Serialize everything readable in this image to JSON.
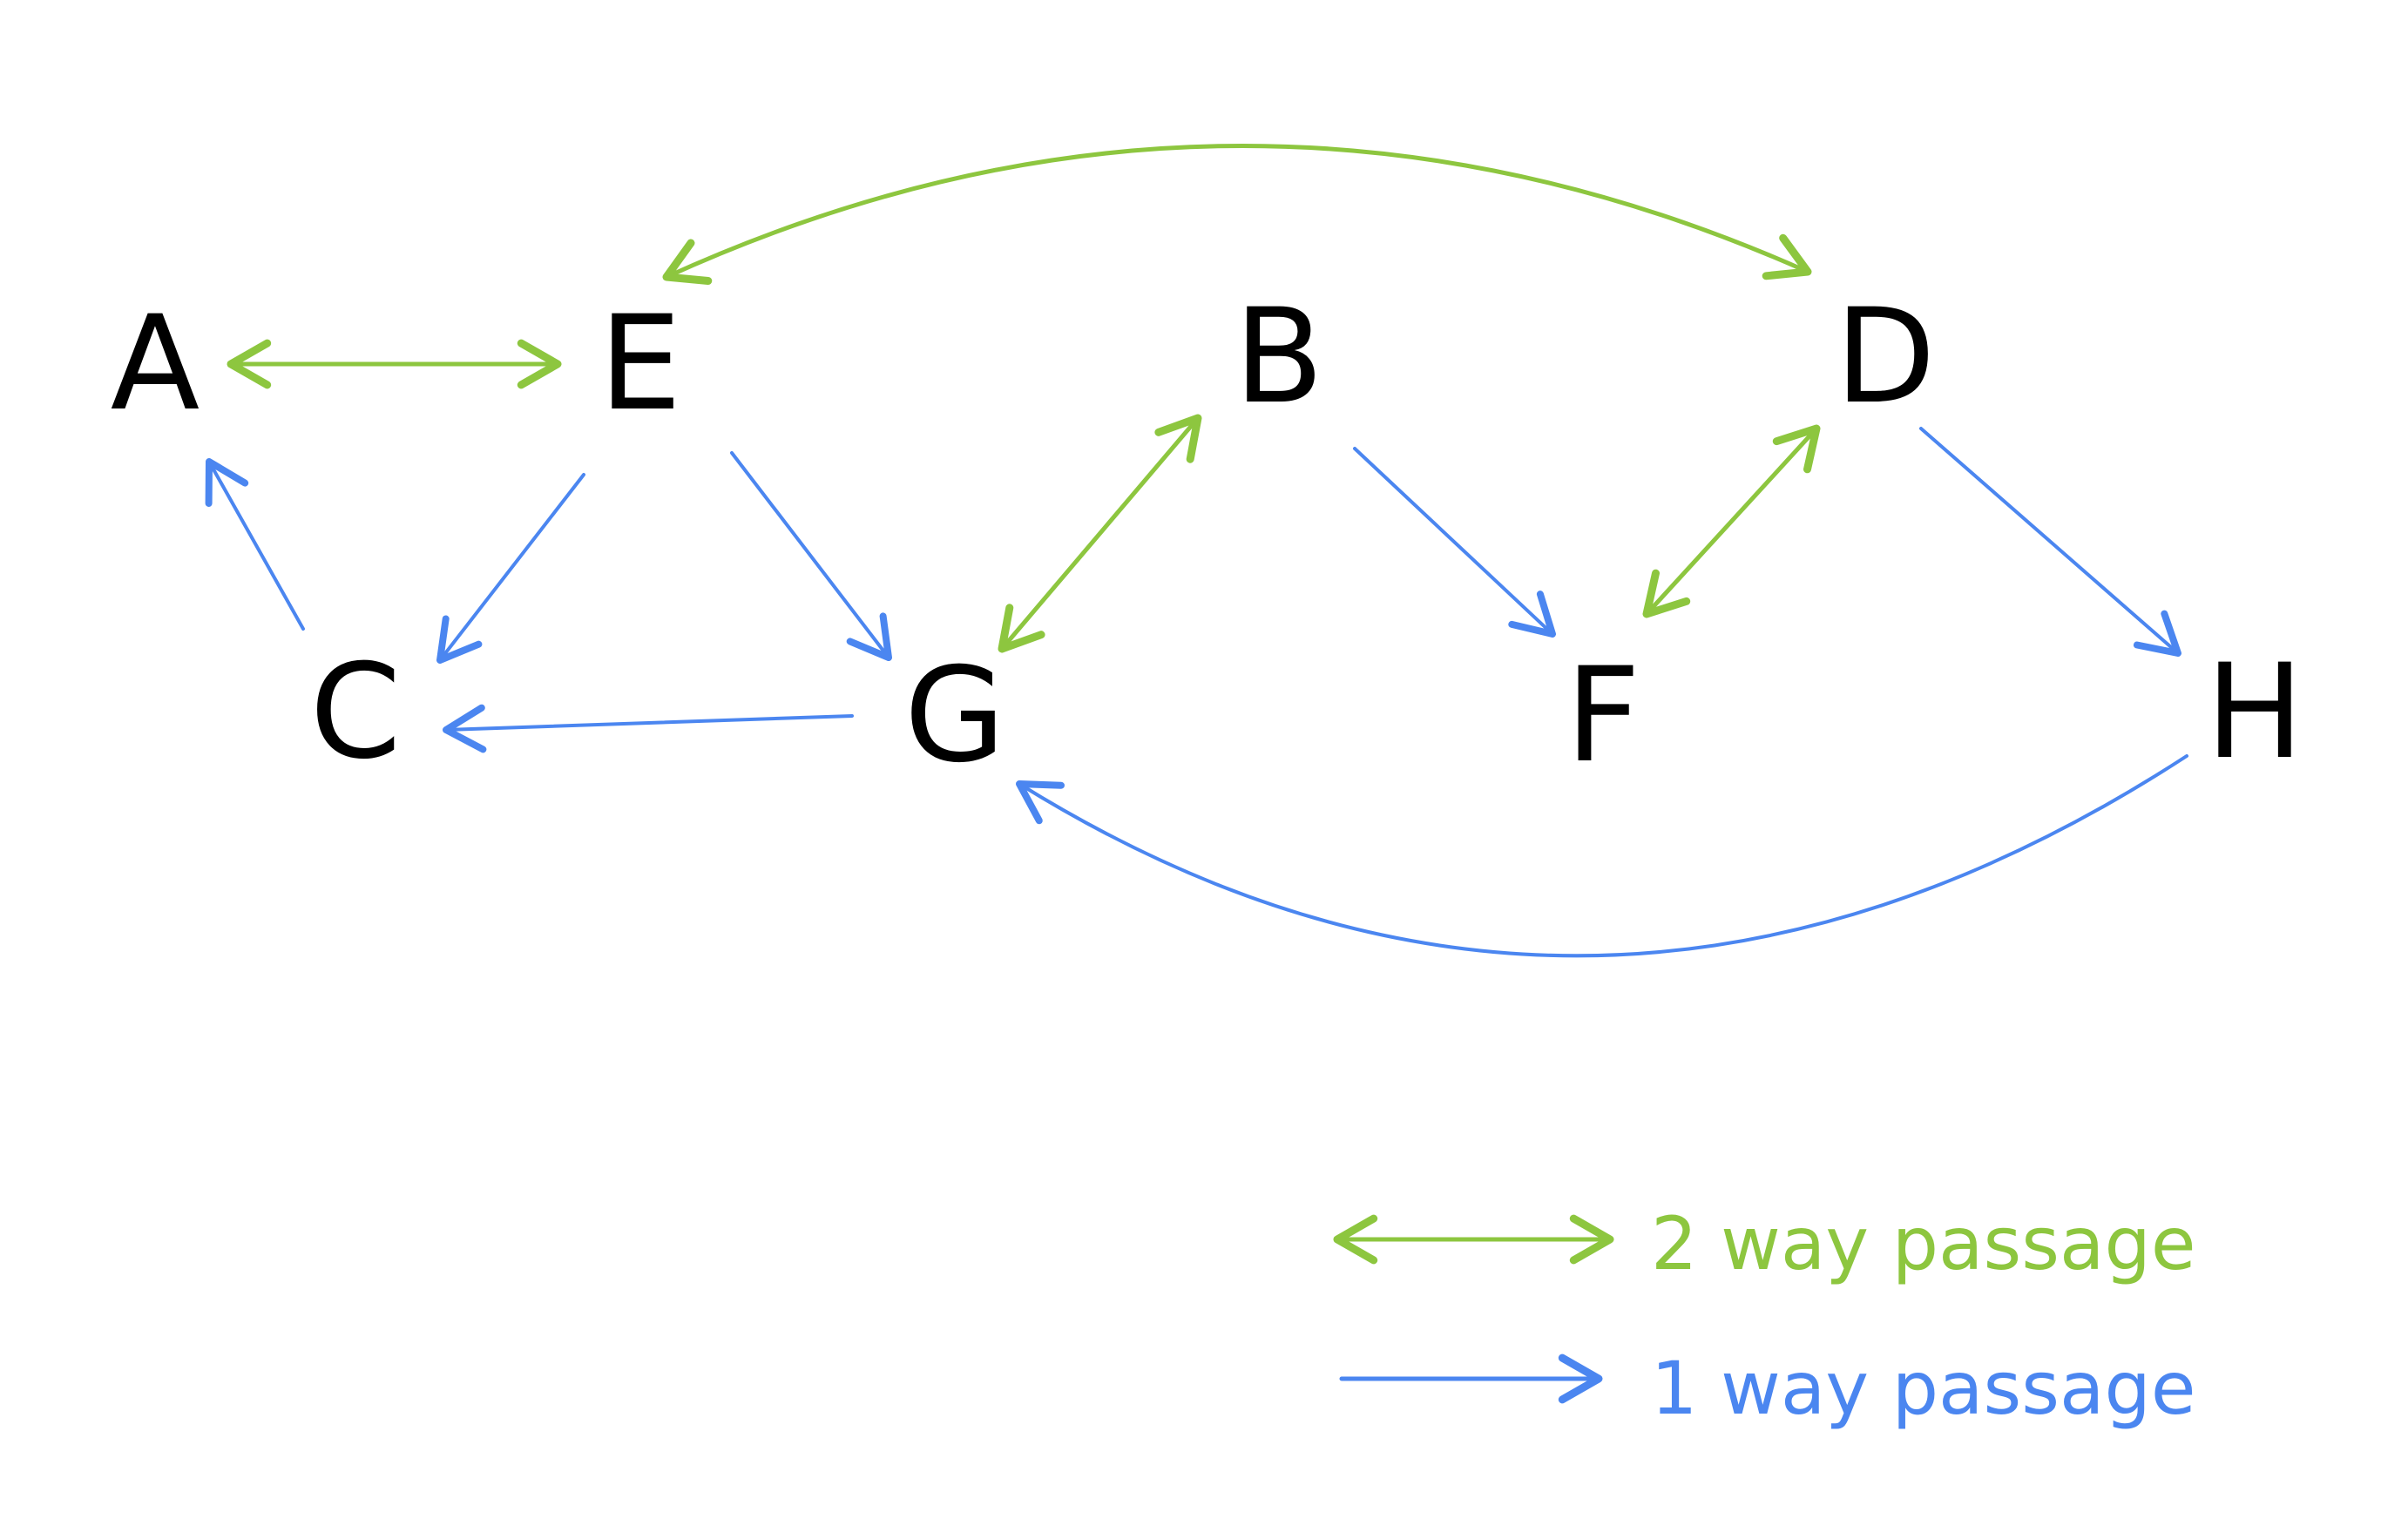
{
  "colors": {
    "two_way": "#8dc63f",
    "one_way": "#4b86f0",
    "node": "#000000"
  },
  "nodes": [
    {
      "id": "A",
      "label": "A"
    },
    {
      "id": "E",
      "label": "E"
    },
    {
      "id": "B",
      "label": "B"
    },
    {
      "id": "D",
      "label": "D"
    },
    {
      "id": "C",
      "label": "C"
    },
    {
      "id": "G",
      "label": "G"
    },
    {
      "id": "F",
      "label": "F"
    },
    {
      "id": "H",
      "label": "H"
    }
  ],
  "edges": [
    {
      "from": "A",
      "to": "E",
      "type": "two_way"
    },
    {
      "from": "E",
      "to": "D",
      "type": "two_way"
    },
    {
      "from": "B",
      "to": "G",
      "type": "two_way"
    },
    {
      "from": "D",
      "to": "F",
      "type": "two_way"
    },
    {
      "from": "C",
      "to": "A",
      "type": "one_way"
    },
    {
      "from": "E",
      "to": "C",
      "type": "one_way"
    },
    {
      "from": "E",
      "to": "G",
      "type": "one_way"
    },
    {
      "from": "G",
      "to": "C",
      "type": "one_way"
    },
    {
      "from": "B",
      "to": "F",
      "type": "one_way"
    },
    {
      "from": "D",
      "to": "H",
      "type": "one_way"
    },
    {
      "from": "H",
      "to": "G",
      "type": "one_way"
    }
  ],
  "legend": {
    "two_way_label": "2 way passage",
    "one_way_label": "1 way passage"
  }
}
